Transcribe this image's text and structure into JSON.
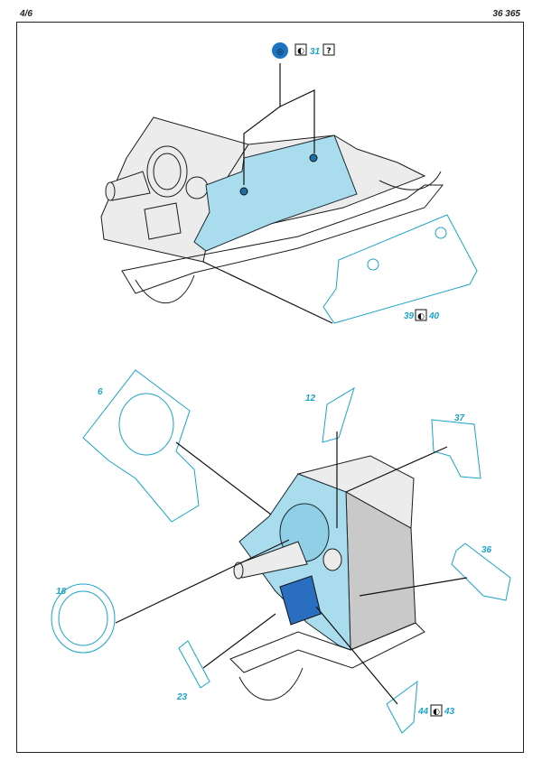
{
  "header": {
    "page": "4/6",
    "code": "36 365"
  },
  "top": {
    "labels": {
      "p31": "31",
      "p39": "39",
      "p40": "40"
    },
    "symbols": {
      "drill_glyph": "◎",
      "bend_glyph": "◐",
      "unknown_glyph": "?"
    }
  },
  "bottom": {
    "labels": {
      "p6": "6",
      "p12": "12",
      "p37": "37",
      "p36": "36",
      "p18": "18",
      "p23": "23",
      "p44": "44",
      "p43": "43"
    },
    "symbols": {
      "bend_glyph": "◐"
    }
  },
  "colors": {
    "part_blue": "#1aa3c9",
    "fill_blue": "#a9dced",
    "ink": "#1c1c1c",
    "hull_grey": "#c9c9c9"
  }
}
